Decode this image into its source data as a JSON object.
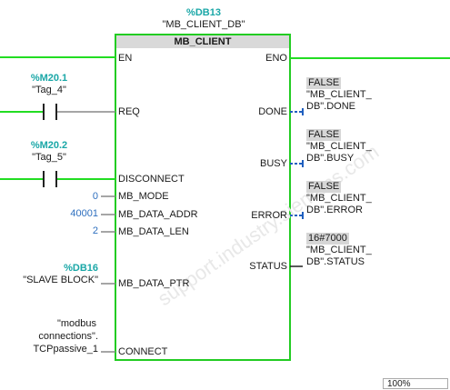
{
  "instance": {
    "db_address": "%DB13",
    "db_name": "\"MB_CLIENT_DB\""
  },
  "block": {
    "title": "MB_CLIENT",
    "pins": {
      "en": "EN",
      "eno": "ENO",
      "req": "REQ",
      "disconnect": "DISCONNECT",
      "mb_mode": "MB_MODE",
      "mb_data_addr": "MB_DATA_ADDR",
      "mb_data_len": "MB_DATA_LEN",
      "mb_data_ptr": "MB_DATA_PTR",
      "connect": "CONNECT",
      "done": "DONE",
      "busy": "BUSY",
      "error": "ERROR",
      "status": "STATUS"
    }
  },
  "inputs": {
    "req_contact": {
      "address": "%M20.1",
      "tag": "\"Tag_4\""
    },
    "disconnect_contact": {
      "address": "%M20.2",
      "tag": "\"Tag_5\""
    },
    "mb_mode_value": "0",
    "mb_data_addr_value": "40001",
    "mb_data_len_value": "2",
    "mb_data_ptr": {
      "address": "%DB16",
      "tag": "\"SLAVE BLOCK\""
    },
    "connect": {
      "line1": "\"modbus",
      "line2": "connections\".",
      "line3": "TCPpassive_1"
    }
  },
  "outputs": {
    "done": {
      "value": "FALSE",
      "line1": "\"MB_CLIENT_",
      "line2": "DB\".DONE"
    },
    "busy": {
      "value": "FALSE",
      "line1": "\"MB_CLIENT_",
      "line2": "DB\".BUSY"
    },
    "error": {
      "value": "FALSE",
      "line1": "\"MB_CLIENT_",
      "line2": "DB\".ERROR"
    },
    "status": {
      "value": "16#7000",
      "line1": "\"MB_CLIENT_",
      "line2": "DB\".STATUS"
    }
  },
  "zoom": {
    "value": "100%"
  },
  "colors": {
    "powered_wire": "#22dd22",
    "block_border": "#22cc22",
    "block_header": "#d9d9d9",
    "operand_teal": "#1aa7a7",
    "constant_blue": "#2e6fbf",
    "bool_output_blue": "#1f5fbf",
    "value_box": "#d6d6d6"
  }
}
